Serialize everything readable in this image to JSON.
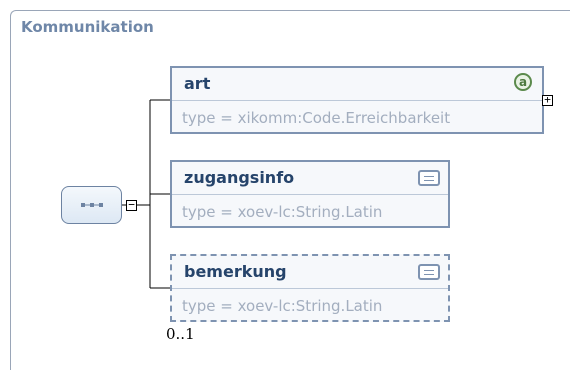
{
  "diagram": {
    "title": "Kommunikation",
    "compositor": {
      "kind": "sequence",
      "icon": "sequence-icon"
    },
    "elements": [
      {
        "name": "art",
        "type": "type = xikomm:Code.Erreichbarkeit",
        "badge": "a",
        "badge_icon": "attribute-icon",
        "expandable": true
      },
      {
        "name": "zugangsinfo",
        "type": "type = xoev-lc:String.Latin",
        "badge_icon": "documentation-icon"
      },
      {
        "name": "bemerkung",
        "type": "type = xoev-lc:String.Latin",
        "badge_icon": "documentation-icon",
        "cardinality": "0..1"
      }
    ]
  },
  "colors": {
    "title": "#6f87a8",
    "node_border": "#7e93b1",
    "node_name": "#26446b",
    "node_type": "#a3aebf"
  }
}
